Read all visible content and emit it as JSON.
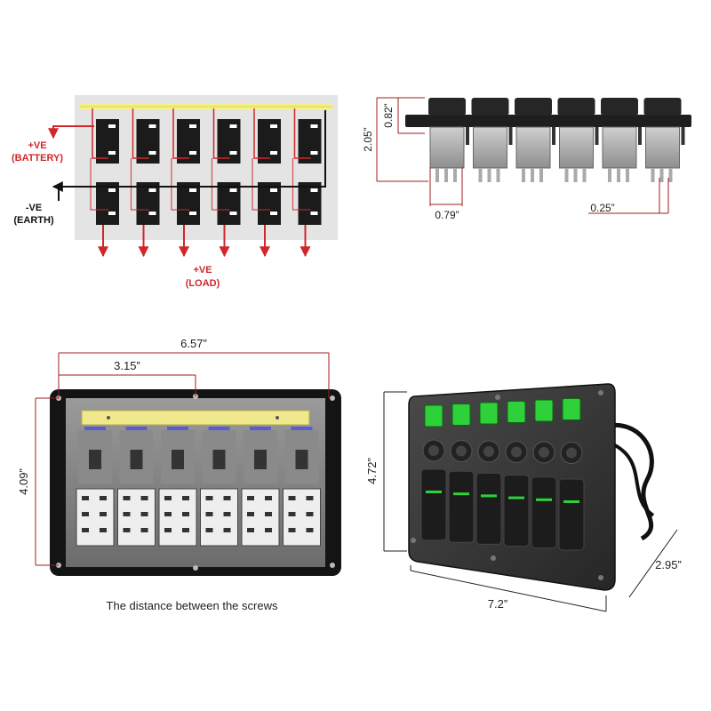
{
  "wiring": {
    "battery_label": "+VE\n(BATTERY)",
    "battery_l1": "+VE",
    "battery_l2": "(BATTERY)",
    "earth_l1": "-VE",
    "earth_l2": "(EARTH)",
    "load_l1": "+VE",
    "load_l2": "(LOAD)",
    "switch_count": 6,
    "colors": {
      "positive": "#d0272a",
      "negative": "#111111",
      "bus": "#f3f08a",
      "panel": "#e4e4e4"
    }
  },
  "side_view": {
    "dim_height_total": "2.05”",
    "dim_height_top": "0.82”",
    "dim_width_connector": "0.79”",
    "dim_pin_spacing": "0.25”"
  },
  "back_view": {
    "dim_overall_width": "6.57”",
    "dim_screw_spacing": "3.15”",
    "dim_height": "4.09”",
    "caption": "The distance between the screws"
  },
  "product_view": {
    "dim_height": "4.72”",
    "dim_width": "7.2”",
    "dim_depth": "2.95”",
    "led_color": "#2fd13a"
  }
}
